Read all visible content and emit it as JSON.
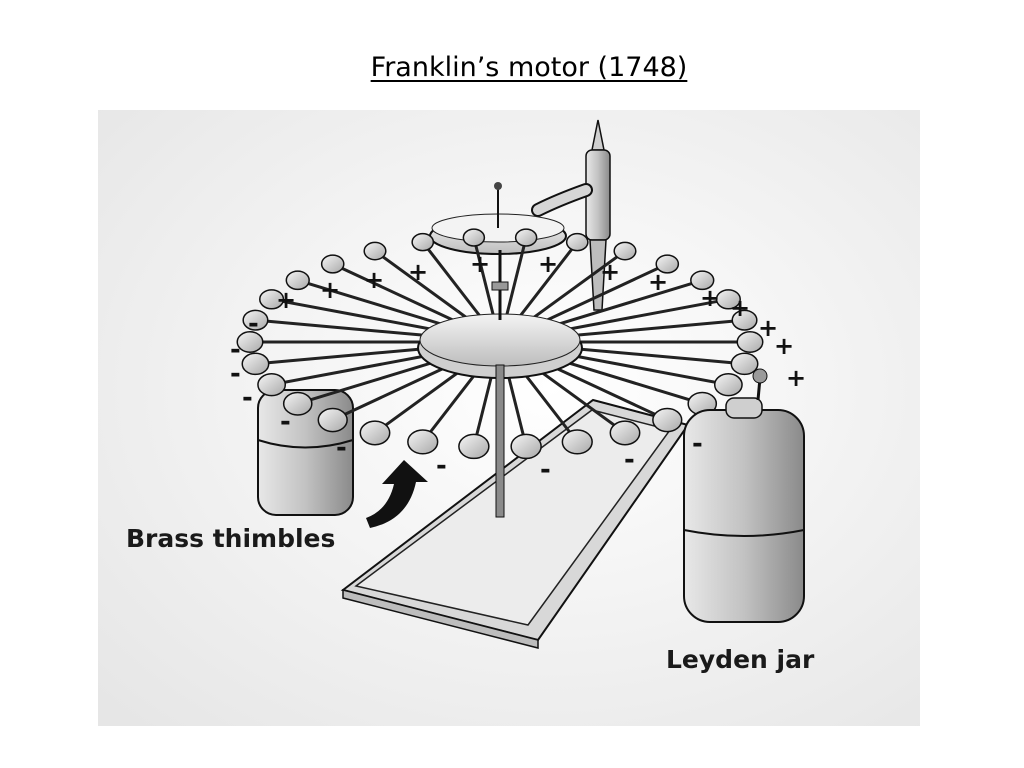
{
  "title": "Franklin’s motor (1748)",
  "labels": {
    "thimbles": "Brass thimbles",
    "jar": "Leyden jar"
  },
  "charges": {
    "positive": "+",
    "negative": "-"
  },
  "colors": {
    "background": "#ffffff",
    "scene_bg": "#f2f2f2",
    "object_fill": "#cfcfcf",
    "outline": "#111111"
  }
}
